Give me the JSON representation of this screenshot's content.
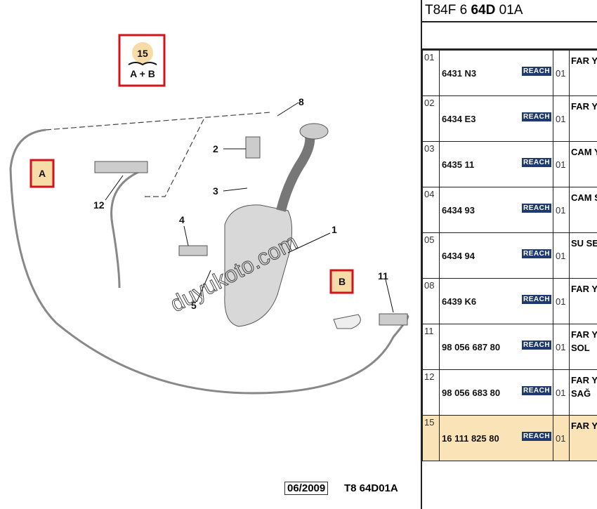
{
  "diagram": {
    "legend_box": {
      "number": "15",
      "label": "A + B"
    },
    "markers": [
      "A",
      "B"
    ],
    "callouts": [
      "1",
      "2",
      "3",
      "4",
      "5",
      "8",
      "11",
      "12"
    ],
    "watermark": "duyukoto.com",
    "footer_date": "06/2009",
    "footer_code": "T8 64D01A",
    "colors": {
      "marker_border": "#d0141c",
      "marker_fill": "#f7dca8"
    }
  },
  "panel": {
    "title_prefix": "T84F 6 ",
    "title_bold": "64D",
    "title_suffix": " 01A",
    "rows": [
      {
        "idx": "01",
        "ref": "6431 N3",
        "badge": "REACH",
        "qty": "01",
        "desc": "FAR Y",
        "desc2": ""
      },
      {
        "idx": "02",
        "ref": "6434 E3",
        "badge": "REACH",
        "qty": "01",
        "desc": "FAR Y",
        "desc2": ""
      },
      {
        "idx": "03",
        "ref": "6435 11",
        "badge": "REACH",
        "qty": "01",
        "desc": "CAM Y",
        "desc2": ""
      },
      {
        "idx": "04",
        "ref": "6434 93",
        "badge": "REACH",
        "qty": "01",
        "desc": "CAM S",
        "desc2": ""
      },
      {
        "idx": "05",
        "ref": "6434 94",
        "badge": "REACH",
        "qty": "01",
        "desc": "SU SE",
        "desc2": ""
      },
      {
        "idx": "08",
        "ref": "6439 K6",
        "badge": "REACH",
        "qty": "01",
        "desc": "FAR Y",
        "desc2": ""
      },
      {
        "idx": "11",
        "ref": "98 056 687 80",
        "badge": "REACH",
        "qty": "01",
        "desc": "FAR Y",
        "desc2": "SOL"
      },
      {
        "idx": "12",
        "ref": "98 056 683 80",
        "badge": "REACH",
        "qty": "01",
        "desc": "FAR Y",
        "desc2": "SAĞ"
      },
      {
        "idx": "15",
        "ref": "16 111 825 80",
        "badge": "REACH",
        "qty": "01",
        "desc": "FAR Y",
        "desc2": ""
      }
    ],
    "highlight_color": "#fbe3b8",
    "badge_color": "#1f3a6e"
  }
}
